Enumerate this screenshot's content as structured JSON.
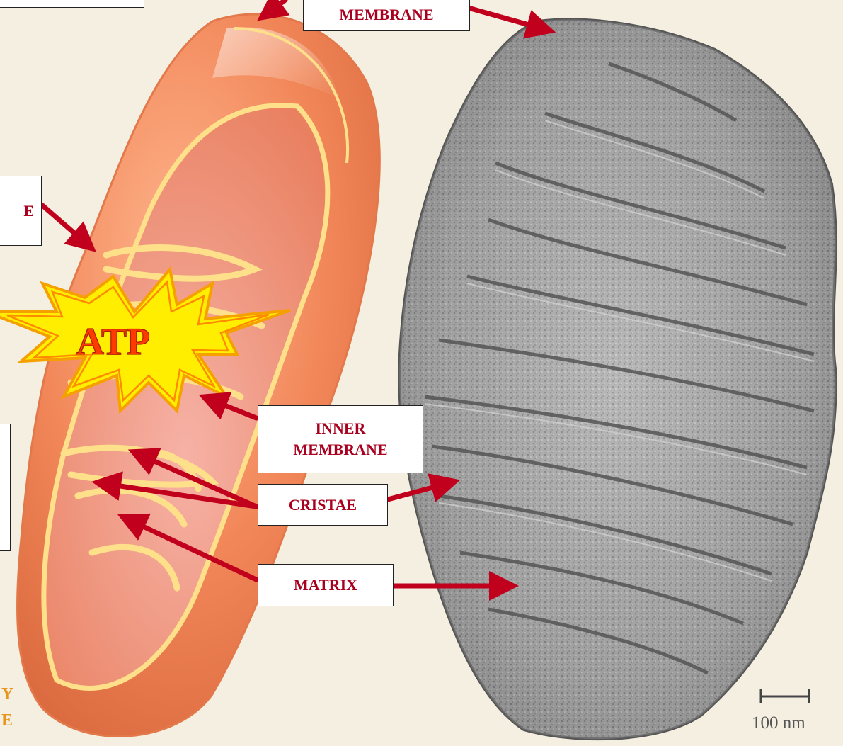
{
  "labels": {
    "outer_membrane": "MEMBRANE",
    "intermembrane_fragment": "E",
    "inner_membrane_line1": "INNER",
    "inner_membrane_line2": "MEMBRANE",
    "cristae": "CRISTAE",
    "matrix": "MATRIX"
  },
  "burst": {
    "text": "ATP"
  },
  "side_text": {
    "line1": "Y",
    "line2": "E"
  },
  "scale_bar": {
    "text": "100 nm"
  },
  "colors": {
    "arrow": "#c0001c",
    "label_text": "#a8001e",
    "burst_fill": "#ffee00",
    "burst_text": "#ff3a00",
    "side_text": "#e8951e",
    "mito_body": "#ef8a5a",
    "membrane_edge": "#ffe08a"
  }
}
